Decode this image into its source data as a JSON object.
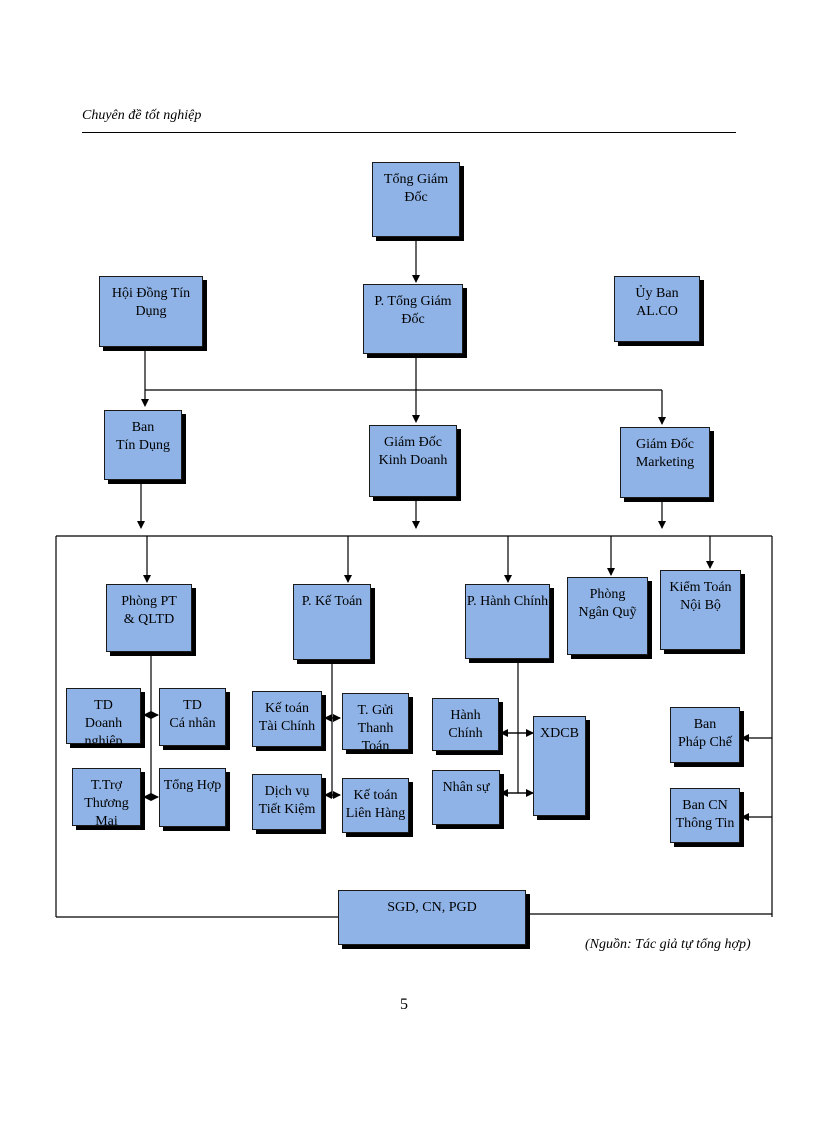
{
  "header": {
    "title": "Chuyên đề tốt nghiệp"
  },
  "nodes": {
    "tong_giam_doc": [
      "Tổng Giám Đốc"
    ],
    "p_tong_giam_doc": [
      "P. Tổng Giám Đốc"
    ],
    "hoi_dong_tin_dung": [
      "Hội Đồng Tín Dụng"
    ],
    "uy_ban_alco": [
      "Ủy Ban AL.CO"
    ],
    "ban_tin_dung": [
      "Ban",
      "Tín Dụng"
    ],
    "gd_kinh_doanh": [
      "Giám Đốc",
      "Kinh Doanh"
    ],
    "gd_marketing": [
      "Giám Đốc",
      "Marketing"
    ],
    "phong_pt_qltd": [
      "Phòng PT",
      "& QLTD"
    ],
    "p_ke_toan": [
      "P. Kế Toán"
    ],
    "p_hanh_chinh": [
      "P. Hành Chính"
    ],
    "phong_ngan_quy": [
      "Phòng",
      "Ngân Quỹ"
    ],
    "kiem_toan_noi_bo": [
      "Kiểm Toán",
      "Nội Bộ"
    ],
    "td_doanh_nghiep": [
      "TD",
      "Doanh nghiệp"
    ],
    "td_ca_nhan": [
      "TD",
      "Cá nhân"
    ],
    "t_tro_thuong_mai": [
      "T.Trợ",
      "Thương Mại"
    ],
    "tong_hop": [
      "Tổng Hợp"
    ],
    "ke_toan_tai_chinh": [
      "Kế toán",
      "Tài Chính"
    ],
    "t_gui_thanh_toan": [
      "T. Gửi",
      "Thanh Toán"
    ],
    "dich_vu_tiet_kiem": [
      "Dịch vụ",
      "Tiết Kiệm"
    ],
    "ke_toan_lien_hang": [
      "Kế toán",
      "Liên Hàng"
    ],
    "hanh_chinh": [
      "Hành",
      "Chính"
    ],
    "nhan_su": [
      "Nhân sự"
    ],
    "xdcb": [
      "XDCB"
    ],
    "ban_phap_che": [
      "Ban",
      "Pháp Chế"
    ],
    "ban_cn_thong_tin": [
      "Ban CN",
      "Thông Tin"
    ],
    "sgd_cn_pgd": [
      "SGD, CN, PGD"
    ]
  },
  "source_note": "(Nguồn: Tác giả tự tổng hợp)",
  "page_number": "5"
}
